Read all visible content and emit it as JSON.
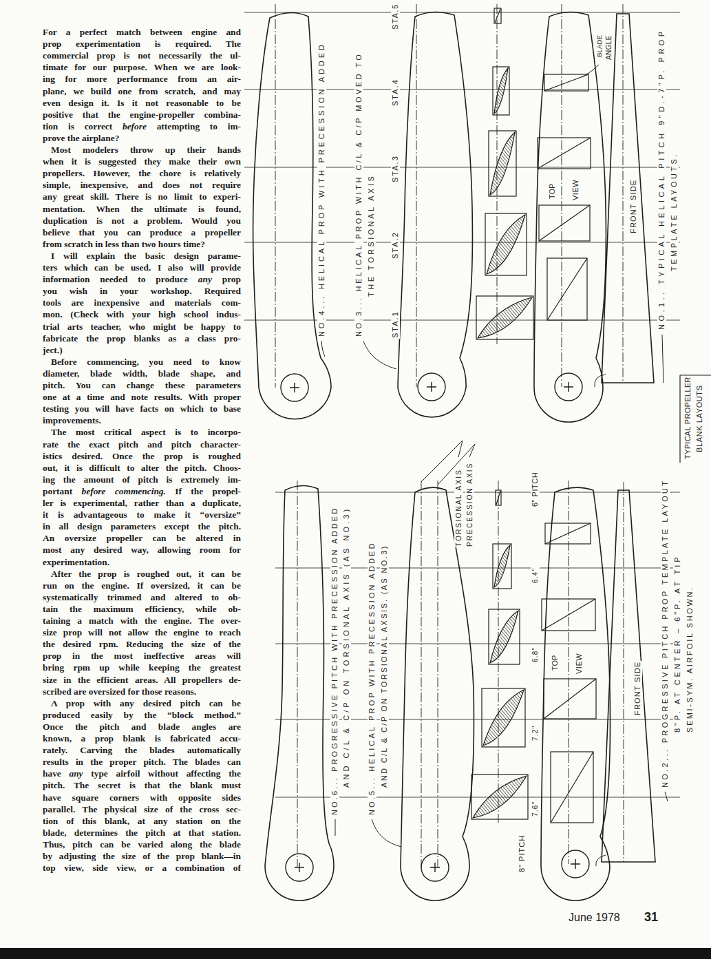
{
  "diagram": {
    "labels": [
      "For a perfect match between engine and",
      "prop experimentation is required. The",
      "commercial prop is not necessarily the ul-",
      "timate for our purpose. When we are look-",
      "ing for more performance from an air-",
      "plane, we build one from scratch, and may",
      "even design it. Is it not reasonable to be",
      "positive that the engine-propeller combina-",
      "tion is correct",
      "before",
      "attempting to im-",
      "prove the airplane?",
      "Most modelers throw up their hands",
      "when it is suggested they make their own",
      "propellers. However, the chore is relatively",
      "simple, inexpensive, and does not require",
      "any great skill. There is no limit to experi-",
      "mentation. When the ultimate is found,",
      "duplication is not a problem. Would you",
      "believe that you can produce a propeller",
      "from scratch in less than two hours time?",
      "I will explain the basic design parame-",
      "ters which can be used. I also will provide",
      "information needed to produce",
      "any",
      "prop",
      "you wish in your workshop. Required",
      "tools are inexpensive and materials com-",
      "mon. (Check with your high school indus-",
      "trial arts teacher, who might be happy to",
      "fabricate the prop blanks as a class pro-",
      "ject.)",
      "Before commencing, you need to know",
      "diameter, blade width, blade shape, and",
      "pitch. You can change these parameters",
      "one at a time and note results. With proper",
      "testing you will have facts on which to base",
      "improvements.",
      "The most critical aspect is to incorpo-",
      "rate the exact pitch and pitch character-",
      "istics desired. Once the prop is roughed",
      "out, it is difficult to alter the pitch. Choos-",
      "ing the amount of pitch is extremely im-",
      "portant",
      "before commencing.",
      "If the propel-",
      "ler is experimental, rather than a duplicate,",
      "it is advantageous to make it “oversize”",
      "in all design parameters except the pitch.",
      "An oversize propeller can be altered in",
      "most any desired way, allowing room for",
      "experimentation.",
      "After the prop is roughed out, it can be",
      "run on the engine. If oversized, it can be",
      "systematically trimmed and altered to ob-",
      "tain the maximum efficiency, while ob-",
      "taining a match with the engine. The over-",
      "size prop will not allow the engine to reach",
      "the desired rpm. Reducing the size of the",
      "prop in the most ineffective areas will",
      "bring rpm up while keeping the greatest",
      "size in the efficient areas. All propellers de-",
      "scribed are oversized for those reasons.",
      "A prop with any desired pitch can be",
      "produced easily by the “block method.”",
      "Once the pitch and blade angles are",
      "known, a prop blank is fabricated accu-",
      "rately. Carving the blades automatically",
      "results in the proper pitch. The blades can",
      "have",
      "any",
      "type airfoil without affecting the",
      "pitch. The secret is that the blank must",
      "have square corners with opposite sides",
      "parallel. The physical size of the cross sec-",
      "tion of this blank, at any station on the",
      "blade, determines the pitch at that station.",
      "Thus, pitch can be varied along the blade",
      "by adjusting the size of the prop blank—in",
      "top view, side view, or a combination of",
      "NO.4... HELICAL PROP WITH PRECESSION ADDED",
      "NO.3... HELICAL PROP WITH C/L & C/P MOVED TO",
      "THE TORSIONAL AXIS",
      "STA.1",
      "STA.2",
      "STA.3",
      "STA.4",
      "STA.5",
      "BLADE",
      "ANGLE",
      "TOP",
      "VIEW",
      "FRONT SIDE",
      "NO.1.. TYPICAL HELICAL PITCH 9\"D.-7\"P. PROP",
      "TEMPLATE LAYOUTS.",
      "TYPICAL PROPELLER",
      "BLANK LAYOUTS",
      "NO.6... PROGRESSIVE PITCH WITH PRECESSION ADDED",
      "AND C/L & C/P ON TORSIONAL AXIS (AS NO.3)",
      "NO.5... HELICAL PROP WITH PRECESSION ADDED",
      "AND C/L & C/P ON TORSIONAL AXSIS. (AS NO.3)",
      "TORSIONAL AXIS",
      "PRECESSION AXIS",
      "8\" PITCH",
      "7.6\"",
      "7.2\"",
      "6.8\"",
      "6.4\"",
      "6\" PITCH",
      "TOP",
      "VIEW",
      "FRONT SIDE",
      "NO.2... PROGRESSIVE PITCH PROP TEMPLATE LAYOUT",
      "8\"P. AT CENTER – 6\"P. AT TIP",
      "SEMI-SYM. AIRFOIL SHOWN.",
      "June 1978",
      "31"
    ]
  }
}
